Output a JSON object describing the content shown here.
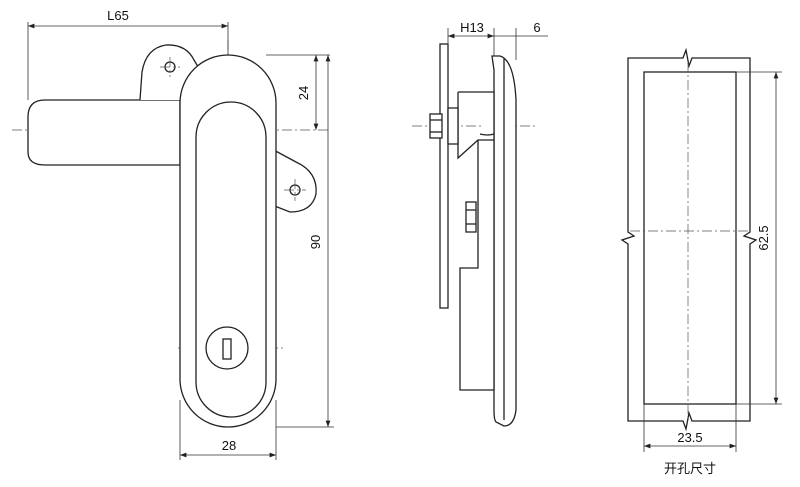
{
  "dimensions": {
    "length_label": "L65",
    "width_28": "28",
    "offset_24": "24",
    "height_90": "90",
    "depth_h13": "H13",
    "depth_6": "6",
    "cutout_height": "62.5",
    "cutout_width": "23.5"
  },
  "caption": "开孔尺寸",
  "colors": {
    "line": "#222222",
    "background": "#ffffff"
  }
}
